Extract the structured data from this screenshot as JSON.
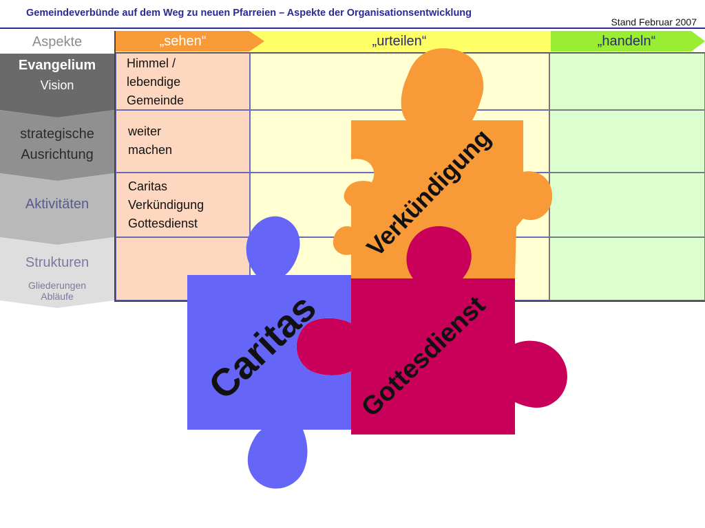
{
  "header": {
    "title": "Gemeindeverbünde auf dem Weg zu neuen Pfarreien – Aspekte der Organisationsentwicklung",
    "stand": "Stand Februar 2007"
  },
  "columns": {
    "aspekte": "Aspekte",
    "sehen": "„sehen“",
    "urteilen": "„urteilen“",
    "handeln": "„handeln“"
  },
  "rows": [
    {
      "label": "Evangelium",
      "sublabel": "Vision",
      "sehen": "Himmel /\nlebendige\nGemeinde"
    },
    {
      "label": "strategische\nAusrichtung",
      "sehen": "weiter\nmachen"
    },
    {
      "label": "Aktivitäten",
      "sehen": "Caritas\nVerkündigung\nGottesdienst"
    },
    {
      "label": "Strukturen",
      "sublabel": "Gliederungen\nAbläufe",
      "sehen": ""
    }
  ],
  "puzzle": {
    "orange_label": "Verkündigung",
    "magenta_label": "Gottesdienst",
    "blue_label": "Caritas",
    "colors": {
      "orange": "#f99a38",
      "magenta": "#c8005a",
      "blue": "#6566f8"
    }
  }
}
